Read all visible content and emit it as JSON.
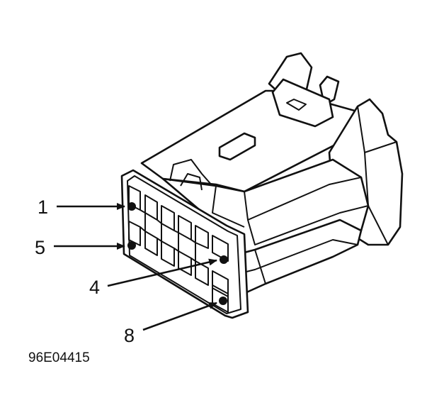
{
  "diagram": {
    "callouts": [
      {
        "id": "pin-1",
        "label": "1"
      },
      {
        "id": "pin-5",
        "label": "5"
      },
      {
        "id": "pin-4",
        "label": "4"
      },
      {
        "id": "pin-8",
        "label": "8"
      }
    ],
    "figure_id": "96E04415",
    "colors": {
      "line": "#111111",
      "background": "#ffffff"
    }
  }
}
